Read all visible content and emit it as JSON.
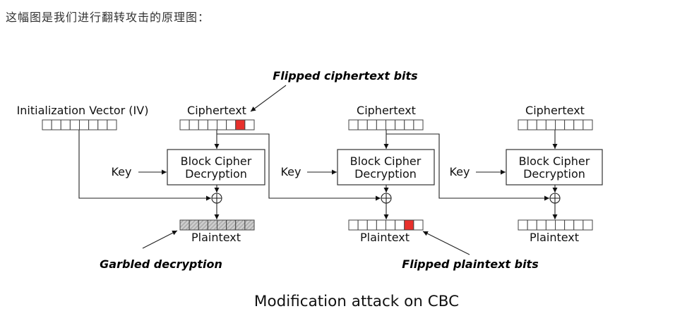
{
  "intro_text": "这幅图是我们进行翻转攻击的原理图：",
  "diagram": {
    "iv_label": "Initialization Vector (IV)",
    "annotations": {
      "flipped_ciphertext": "Flipped ciphertext bits",
      "garbled": "Garbled decryption",
      "flipped_plaintext": "Flipped plaintext bits"
    },
    "blocks": [
      {
        "ciphertext": "Ciphertext",
        "key": "Key",
        "cipher_line1": "Block Cipher",
        "cipher_line2": "Decryption",
        "plaintext": "Plaintext"
      },
      {
        "ciphertext": "Ciphertext",
        "key": "Key",
        "cipher_line1": "Block Cipher",
        "cipher_line2": "Decryption",
        "plaintext": "Plaintext"
      },
      {
        "ciphertext": "Ciphertext",
        "key": "Key",
        "cipher_line1": "Block Cipher",
        "cipher_line2": "Decryption",
        "plaintext": "Plaintext"
      }
    ],
    "caption": "Modification attack on CBC",
    "colors": {
      "flipped_bit": "#e8302c",
      "garbled_fill": "#cccccc",
      "garbled_hatch": "#8c8c8c"
    }
  }
}
